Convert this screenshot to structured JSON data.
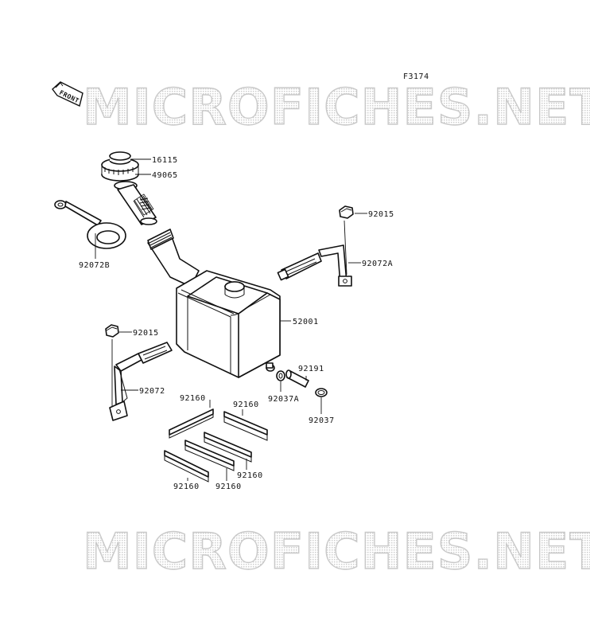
{
  "figure_code": "F3174",
  "front_arrow_label": "FRONT",
  "watermark_text": "MICROFICHES.NET",
  "callouts": [
    {
      "id": "cap",
      "label": "16115"
    },
    {
      "id": "filter",
      "label": "49065"
    },
    {
      "id": "gauge-strap",
      "label": "92072B"
    },
    {
      "id": "nut-right",
      "label": "92015"
    },
    {
      "id": "band-right",
      "label": "92072A"
    },
    {
      "id": "tank",
      "label": "52001"
    },
    {
      "id": "nut-left",
      "label": "92015"
    },
    {
      "id": "band-left",
      "label": "92072"
    },
    {
      "id": "hose",
      "label": "92191"
    },
    {
      "id": "grommet",
      "label": "92037A"
    },
    {
      "id": "clamp",
      "label": "92037"
    },
    {
      "id": "pad-1",
      "label": "92160"
    },
    {
      "id": "pad-2",
      "label": "92160"
    },
    {
      "id": "pad-3",
      "label": "92160"
    },
    {
      "id": "pad-4",
      "label": "92160"
    },
    {
      "id": "pad-5",
      "label": "92160"
    }
  ]
}
